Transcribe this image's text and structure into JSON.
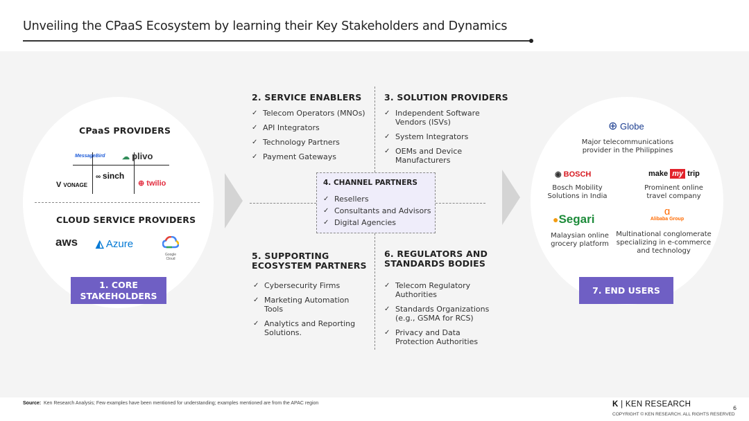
{
  "title": "Unveiling the CPaaS Ecosystem by learning their Key Stakeholders and Dynamics",
  "core": {
    "cpaas_heading": "CPaaS PROVIDERS",
    "cpaas_logos": [
      "MessageBird",
      "plivo",
      "sinch",
      "VONAGE",
      "twilio"
    ],
    "cloud_heading": "CLOUD SERVICE PROVIDERS",
    "cloud_logos": [
      "aws",
      "Azure",
      "Google Cloud"
    ],
    "badge": "1. CORE STAKEHOLDERS"
  },
  "service_enablers": {
    "heading": "2. SERVICE ENABLERS",
    "items": [
      "Telecom Operators (MNOs)",
      "API Integrators",
      "Technology Partners",
      "Payment Gateways"
    ]
  },
  "solution_providers": {
    "heading": "3. SOLUTION PROVIDERS",
    "items": [
      "Independent Software Vendors (ISVs)",
      "System Integrators",
      "OEMs and Device Manufacturers"
    ]
  },
  "channel_partners": {
    "heading": "4. CHANNEL PARTNERS",
    "items": [
      "Resellers",
      "Consultants and Advisors",
      "Digital Agencies"
    ]
  },
  "supporting": {
    "heading": "5. SUPPORTING ECOSYSTEM PARTNERS",
    "items": [
      "Cybersecurity Firms",
      "Marketing Automation Tools",
      "Analytics and Reporting Solutions."
    ]
  },
  "regulators": {
    "heading": "6. REGULATORS AND STANDARDS BODIES",
    "items": [
      "Telecom Regulatory Authorities",
      "Standards Organizations (e.g., GSMA for RCS)",
      "Privacy and Data Protection Authorities"
    ]
  },
  "end_users": {
    "badge": "7. END USERS",
    "globe": {
      "logo": "Globe",
      "desc": "Major telecommunications provider in the Philippines"
    },
    "bosch": {
      "logo": "BOSCH",
      "desc": "Bosch Mobility Solutions in India"
    },
    "makemytrip": {
      "logo_a": "make",
      "logo_b": "my",
      "logo_c": "trip",
      "desc": "Prominent online travel company"
    },
    "segari": {
      "logo": "Segari",
      "desc": "Malaysian online grocery platform"
    },
    "alibaba": {
      "logo": "Alibaba Group",
      "desc": "Multinational conglomerate specializing in e-commerce and technology"
    }
  },
  "footer": {
    "source_label": "Source:",
    "source_text": "Ken Research Analysis; Few examples have been mentioned for understanding; examples mentioned are from the APAC region",
    "brand": "KEN RESEARCH",
    "copyright": "COPYRIGHT © KEN RESEARCH. ALL RIGHTS RESERVED",
    "page": "6"
  },
  "colors": {
    "accent": "#6f5fc4",
    "channel_bg": "#efedfa",
    "chevron": "#d4d4d4"
  }
}
